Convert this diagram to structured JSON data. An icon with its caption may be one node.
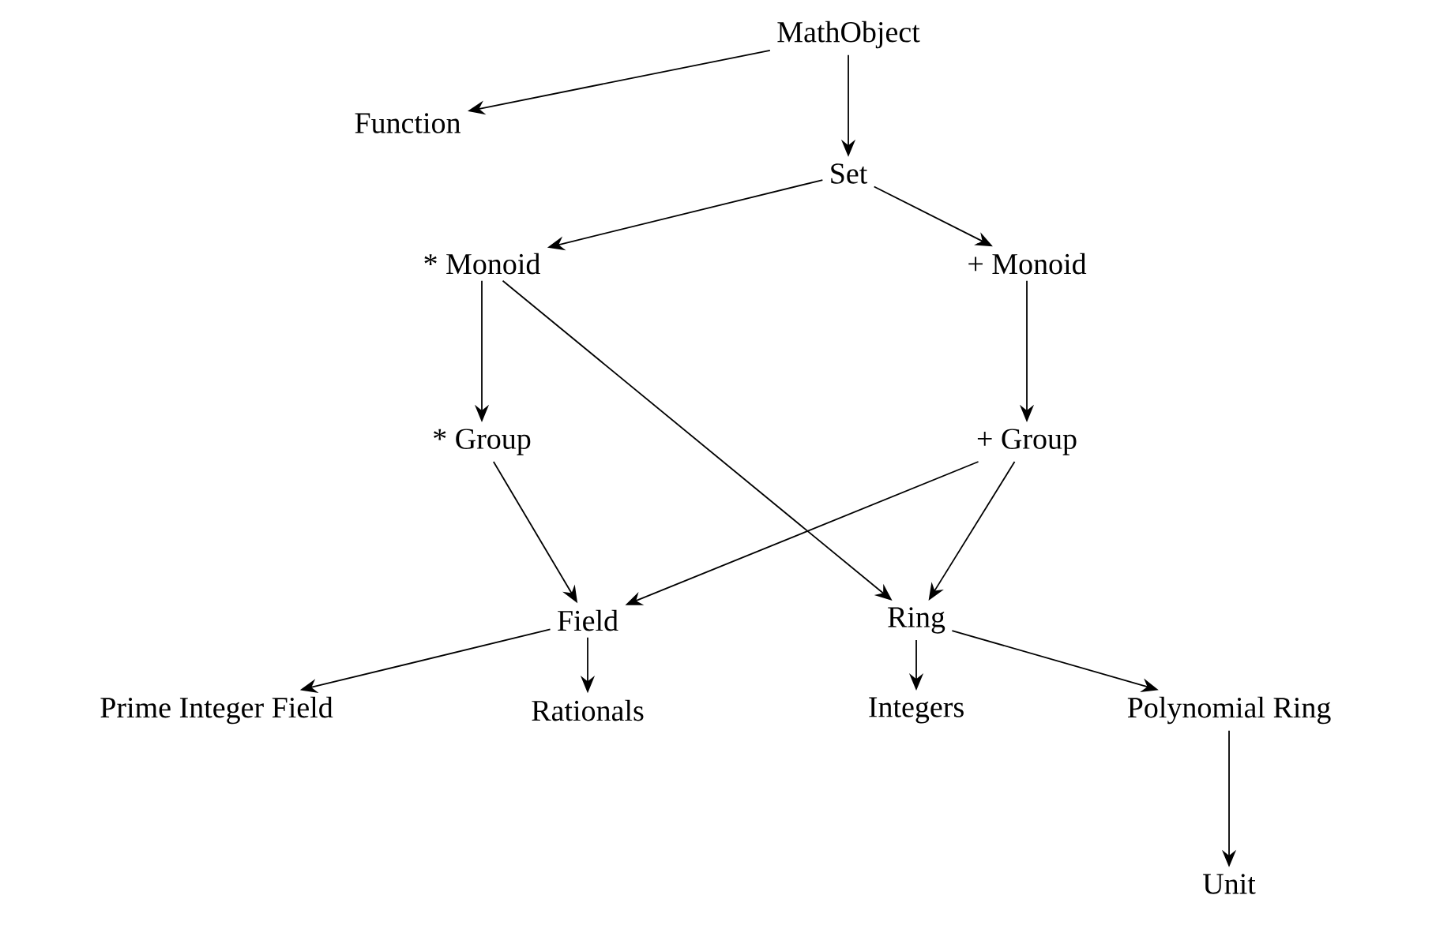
{
  "diagram": {
    "nodes": [
      {
        "text": [
          "MathObject"
        ]
      },
      {
        "text": [
          "Function"
        ]
      },
      {
        "text": [
          "Set"
        ]
      },
      {
        "text": [
          "* Monoid"
        ]
      },
      {
        "text": [
          "+ Monoid"
        ]
      },
      {
        "text": [
          "* Group"
        ]
      },
      {
        "text": [
          "+ Group"
        ]
      },
      {
        "text": [
          "Field"
        ]
      },
      {
        "text": [
          "Ring"
        ]
      },
      {
        "text": [
          "Prime Integer Field"
        ]
      },
      {
        "text": [
          "Rationals"
        ]
      },
      {
        "text": [
          "Integers"
        ]
      },
      {
        "text": [
          "Polynomial Ring"
        ]
      },
      {
        "text": [
          "Unit"
        ]
      }
    ],
    "edges": [
      {
        "from": 0,
        "to": 1,
        "arrow": "to"
      },
      {
        "from": 0,
        "to": 2,
        "arrow": "to"
      },
      {
        "from": 2,
        "to": 3,
        "arrow": "to"
      },
      {
        "from": 2,
        "to": 4,
        "arrow": "to"
      },
      {
        "from": 3,
        "to": 5,
        "arrow": "to"
      },
      {
        "from": 3,
        "to": 8,
        "arrow": "to"
      },
      {
        "from": 4,
        "to": 6,
        "arrow": "to"
      },
      {
        "from": 5,
        "to": 7,
        "arrow": "to"
      },
      {
        "from": 6,
        "to": 7,
        "arrow": "to"
      },
      {
        "from": 6,
        "to": 8,
        "arrow": "to"
      },
      {
        "from": 7,
        "to": 9,
        "arrow": "to"
      },
      {
        "from": 7,
        "to": 10,
        "arrow": "to"
      },
      {
        "from": 8,
        "to": 11,
        "arrow": "to"
      },
      {
        "from": 8,
        "to": 12,
        "arrow": "to"
      },
      {
        "from": 12,
        "to": 13,
        "arrow": "to"
      }
    ]
  }
}
